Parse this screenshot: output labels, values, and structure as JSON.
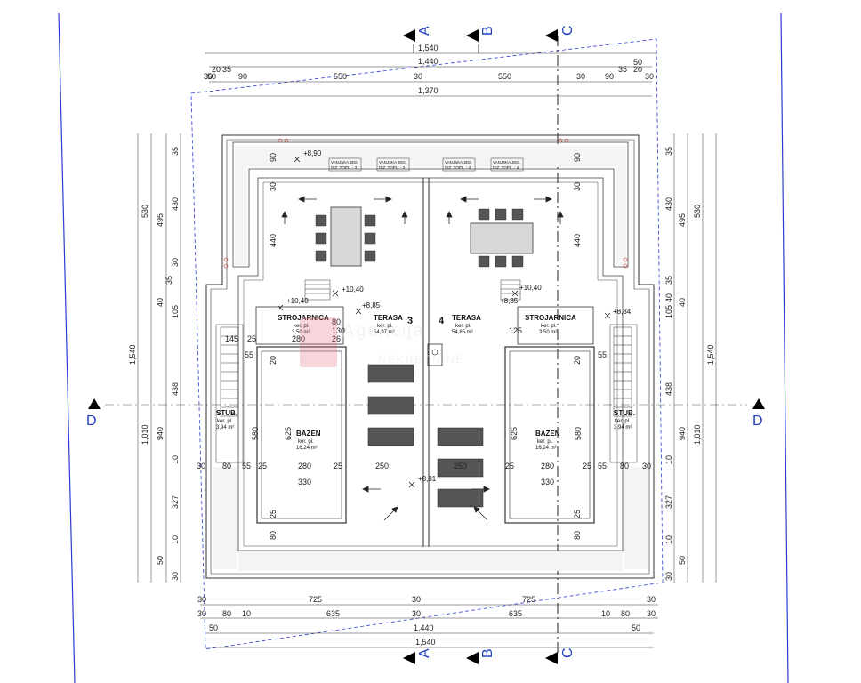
{
  "sections": {
    "a": "A",
    "b": "B",
    "c": "C",
    "d": "D"
  },
  "dims": {
    "top_overall": "1,540",
    "top_mid": "1,440",
    "top_inner": "1,370",
    "top_row": [
      "50",
      "20",
      "35",
      "30",
      "90",
      "550",
      "30",
      "550",
      "30",
      "90",
      "35",
      "20",
      "50",
      "30"
    ],
    "bottom_row1": [
      "30",
      "725",
      "30",
      "725",
      "30"
    ],
    "bottom_row2": [
      "30",
      "80",
      "10",
      "635",
      "30",
      "635",
      "10",
      "80",
      "30"
    ],
    "bottom_row3": [
      "50",
      "1,440",
      "50"
    ],
    "bottom_overall": "1,540",
    "left_outer": [
      "530",
      "1,540",
      "1,010"
    ],
    "left_mid": [
      "495",
      "40",
      "940",
      "50"
    ],
    "left_inner": [
      "35",
      "430",
      "30",
      "35",
      "105",
      "438",
      "10",
      "327",
      "10",
      "30"
    ],
    "right_inner": [
      "35",
      "430",
      "35",
      "40",
      "105",
      "438",
      "10",
      "327",
      "10",
      "30"
    ],
    "right_mid": [
      "495",
      "40",
      "940",
      "50"
    ],
    "right_outer": [
      "530",
      "1,540",
      "1,010"
    ],
    "plan_row": [
      "30",
      "80",
      "55",
      "25",
      "280",
      "25",
      "250",
      "250",
      "25",
      "280",
      "25",
      "55",
      "80",
      "30"
    ],
    "plan_row_330": [
      "330",
      "330"
    ],
    "strojarnica_dims": [
      "145",
      "25",
      "280",
      "26",
      "125",
      "130",
      "80",
      "55",
      "20"
    ],
    "pool_v": [
      "580",
      "625",
      "25",
      "80",
      "25"
    ]
  },
  "levels": {
    "l890": "+8,90",
    "l1040a": "+10,40",
    "l1040b": "+10,40",
    "l885a": "+8,85",
    "l885b": "+8,85",
    "l884": "+8,84",
    "l881": "+8,81"
  },
  "rooms": {
    "strojarnica_left": {
      "name": "STROJARNICA",
      "label": "ker. pl.",
      "area": "3,50 m²"
    },
    "terasa_left": {
      "name": "TERASA",
      "label": "ker. pl.",
      "area": "54,97 m²"
    },
    "terasa_right": {
      "name": "TERASA",
      "label": "ker. pl.",
      "area": "54,85 m²"
    },
    "strojarnica_right": {
      "name": "STROJARNICA",
      "label": "ker. pl.",
      "area": "3,50 m²"
    },
    "bazen_left": {
      "name": "BAZEN",
      "label": "ker. pl.",
      "area": "16,24 m²"
    },
    "bazen_right": {
      "name": "BAZEN",
      "label": "ker. pl.",
      "area": "16,24 m²"
    },
    "stub_left": {
      "name": "STUB.",
      "label": "ker. pl.",
      "area": "3,94 m²"
    },
    "stub_right": {
      "name": "STUB.",
      "label": "ker. pl.",
      "area": "3,94 m²"
    }
  },
  "units": {
    "left": "3",
    "right": "4"
  },
  "outdoor_units": [
    "VANJSKA JED.",
    "DIZ. TOPL. - 3",
    "VANJSKA JED.",
    "DIZ. TOPL. - 3",
    "VANJSKA JED.",
    "DIZ. TOPL. - 4",
    "VANJSKA JED.",
    "DIZ. TOPL. - 4"
  ],
  "watermark": {
    "line1": "Agencija",
    "line2": "NEKRETNINE"
  },
  "colors": {
    "section_blue": "#1f3fbf",
    "plan_line": "#333333",
    "dashed_blue": "#2a3fd0",
    "watermark_red": "#e06a7a"
  }
}
